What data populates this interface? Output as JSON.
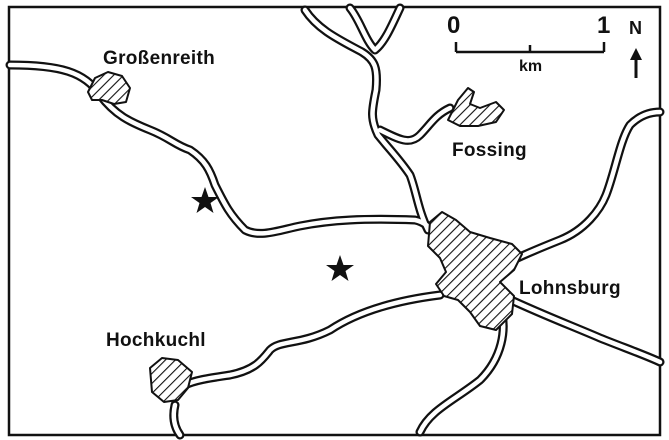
{
  "places": {
    "grossenreith": "Großenreith",
    "fossing": "Fossing",
    "lohnsburg": "Lohnsburg",
    "hochkuchl": "Hochkuchl"
  },
  "scale_bar": {
    "start": "0",
    "end": "1",
    "unit": "km"
  },
  "north_arrow": {
    "letter": "N"
  },
  "colors": {
    "ink": "#111111",
    "paper": "#ffffff"
  }
}
